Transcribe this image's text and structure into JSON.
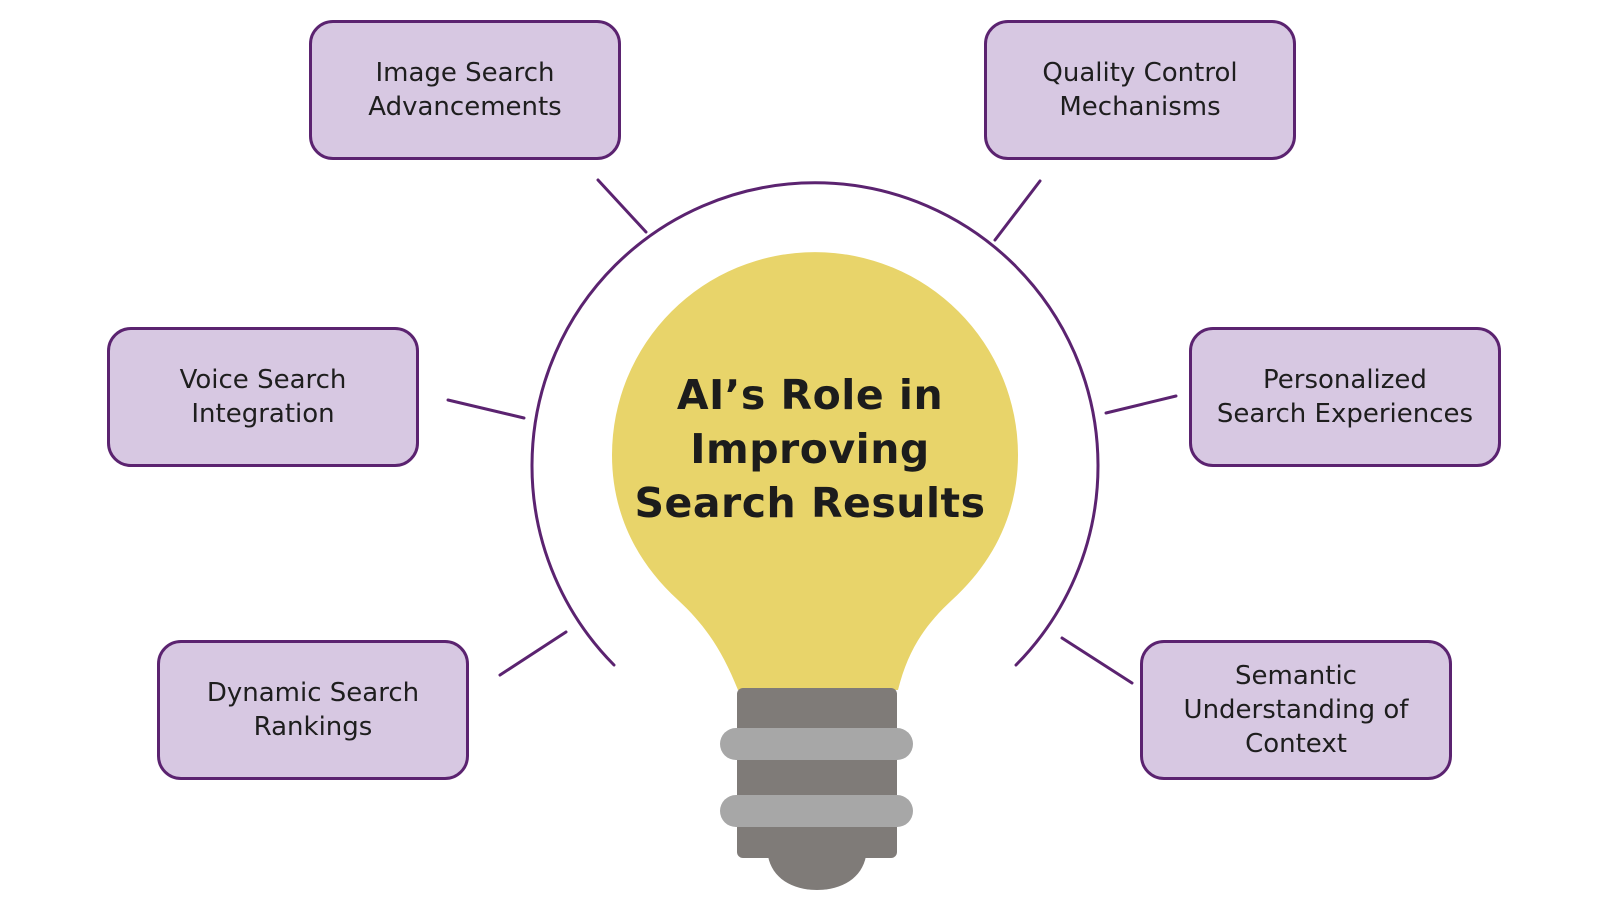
{
  "title": "AI’s Role in\nImproving\nSearch Results",
  "colors": {
    "bulb": "#e8d46a",
    "box_fill": "#d7c8e2",
    "box_border": "#5b2370",
    "arc": "#5b2370",
    "base_dark": "#7f7b78",
    "base_ring": "#a7a7a7",
    "text": "#1e1e1e"
  },
  "nodes": [
    {
      "id": "image-search",
      "label": "Image Search\nAdvancements"
    },
    {
      "id": "quality-control",
      "label": "Quality Control\nMechanisms"
    },
    {
      "id": "voice-search",
      "label": "Voice Search\nIntegration"
    },
    {
      "id": "personalized",
      "label": "Personalized\nSearch Experiences"
    },
    {
      "id": "dynamic-rankings",
      "label": "Dynamic Search\nRankings"
    },
    {
      "id": "semantic",
      "label": "Semantic\nUnderstanding of\nContext"
    }
  ]
}
